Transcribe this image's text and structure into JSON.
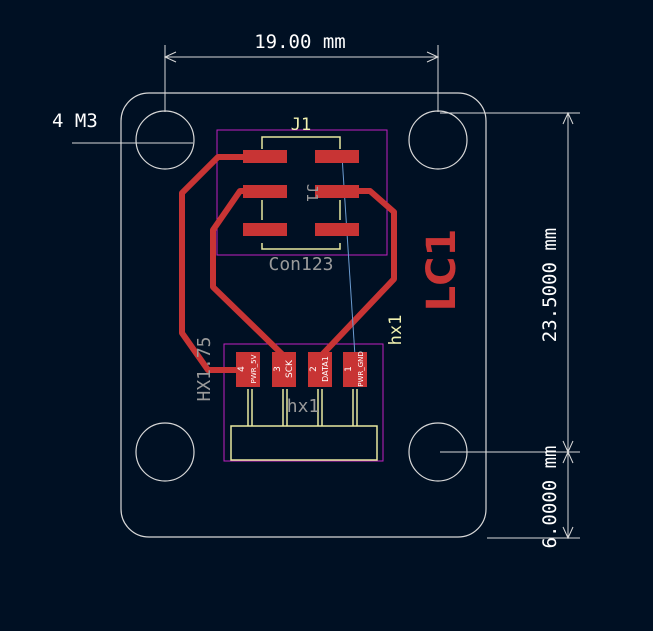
{
  "dimensions": {
    "width_label": "19.00 mm",
    "height_label": "23.5000 mm",
    "offset_label": "6.0000 mm",
    "holes_label": "4 M3"
  },
  "connector_j1": {
    "reference": "J1",
    "value": "Con123",
    "fab_reference": "J1"
  },
  "module_hx1": {
    "reference": "hx1",
    "value": "hx1",
    "side_label": "HX1.75",
    "pins": [
      {
        "num": "4",
        "name": "PWR_5V"
      },
      {
        "num": "3",
        "name": "SCK"
      },
      {
        "num": "2",
        "name": "DATA1"
      },
      {
        "num": "1",
        "name": "PWR_GND"
      }
    ]
  },
  "copper_label": "LC1",
  "colors": {
    "background": "#001023",
    "copper": "#c83434",
    "silkscreen": "#f2f2b0",
    "courtyard": "#c020c0",
    "edge_cuts": "#d8d8d8",
    "ratsnest": "#6a9bd0"
  }
}
